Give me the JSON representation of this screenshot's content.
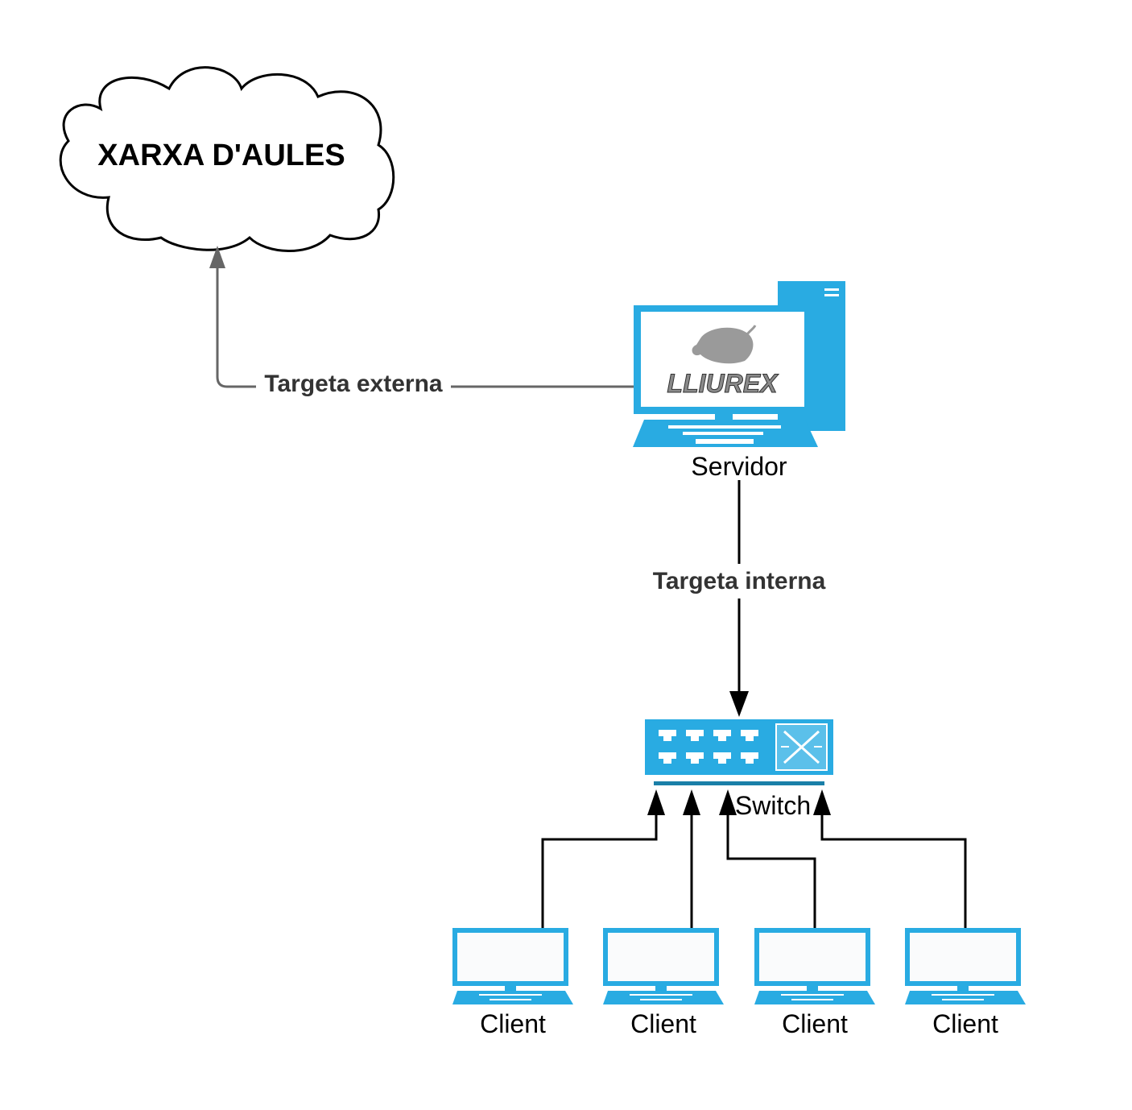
{
  "cloud": {
    "label": "XARXA D'AULES"
  },
  "server": {
    "label": "Servidor",
    "logo_text": "LLIUREX"
  },
  "switch": {
    "label": "Switch"
  },
  "links": {
    "external": "Targeta externa",
    "internal": "Targeta interna"
  },
  "clients": [
    {
      "label": "Client"
    },
    {
      "label": "Client"
    },
    {
      "label": "Client"
    },
    {
      "label": "Client"
    }
  ],
  "colors": {
    "device_blue": "#29abe2",
    "device_dark": "#1a7fa8",
    "external_line": "#666666",
    "internal_line": "#000000",
    "label_text": "#333333"
  }
}
